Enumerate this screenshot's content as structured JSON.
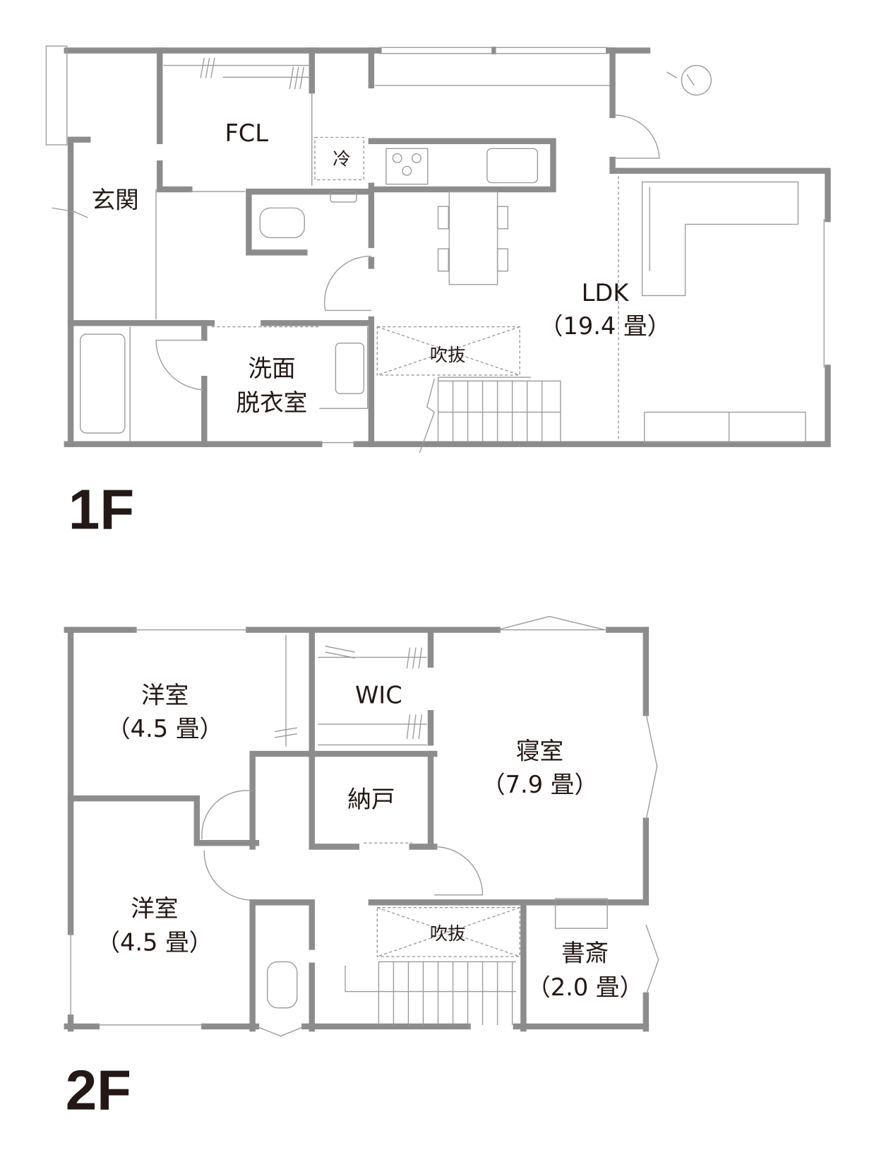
{
  "floors": [
    {
      "label": "1F",
      "rooms": {
        "fcl": "FCL",
        "fridge": "冷",
        "entrance": "玄関",
        "ldk": "LDK",
        "ldk_size": "（19.4 畳）",
        "void": "吹抜",
        "washroom_1": "洗面",
        "washroom_2": "脱衣室"
      }
    },
    {
      "label": "2F",
      "rooms": {
        "western_1": "洋室",
        "western_1_size": "（4.5 畳）",
        "wic": "WIC",
        "bedroom": "寝室",
        "bedroom_size": "（7.9 畳）",
        "storage": "納戸",
        "western_2": "洋室",
        "western_2_size": "（4.5 畳）",
        "void": "吹抜",
        "study": "書斎",
        "study_size": "（2.0 畳）"
      }
    }
  ],
  "colors": {
    "wall": "#8c8c8c",
    "text": "#231815"
  }
}
